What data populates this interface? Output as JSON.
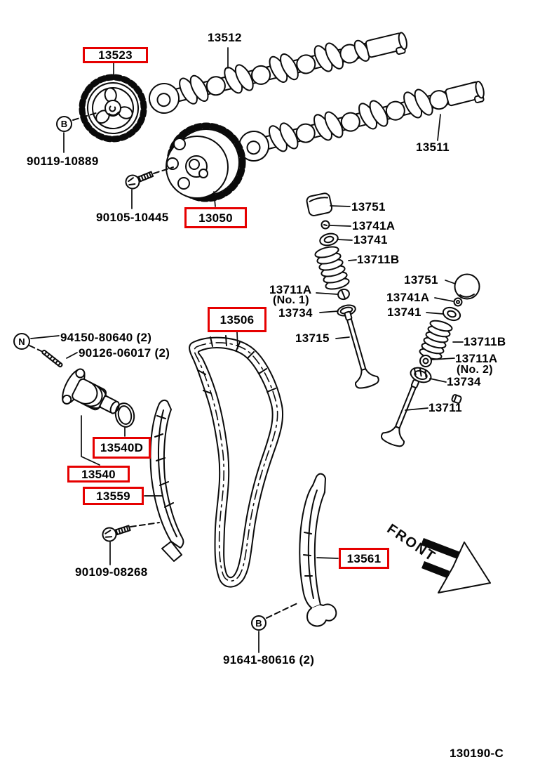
{
  "doc": {
    "figure_code": "130190-C"
  },
  "front": {
    "label": "FRONT"
  },
  "markers": {
    "b_top": "B",
    "n_left": "N",
    "b_bottom": "B"
  },
  "colors": {
    "highlight": "#e60000",
    "ink": "#0a0a0a",
    "paper": "#ffffff"
  },
  "parts": {
    "p13523": "13523",
    "p13512": "13512",
    "p13511": "13511",
    "p90119": "90119-10889",
    "p90105": "90105-10445",
    "p13050": "13050",
    "p13751L": "13751",
    "p13741aL": "13741A",
    "p13741L": "13741",
    "p13711bL": "13711B",
    "p13711aL": "13711A",
    "p13711aL_note": "(No. 1)",
    "p13734L": "13734",
    "p13715": "13715",
    "p13751R": "13751",
    "p13741aR": "13741A",
    "p13741R": "13741",
    "p13711bR": "13711B",
    "p13711aR": "13711A",
    "p13711aR_note": "(No. 2)",
    "p13734R": "13734",
    "p13711": "13711",
    "p94150": "94150-80640 (2)",
    "p90126": "90126-06017 (2)",
    "p13506": "13506",
    "p13540d": "13540D",
    "p13540": "13540",
    "p13559": "13559",
    "p90109": "90109-08268",
    "p13561": "13561",
    "p91641": "91641-80616 (2)"
  }
}
